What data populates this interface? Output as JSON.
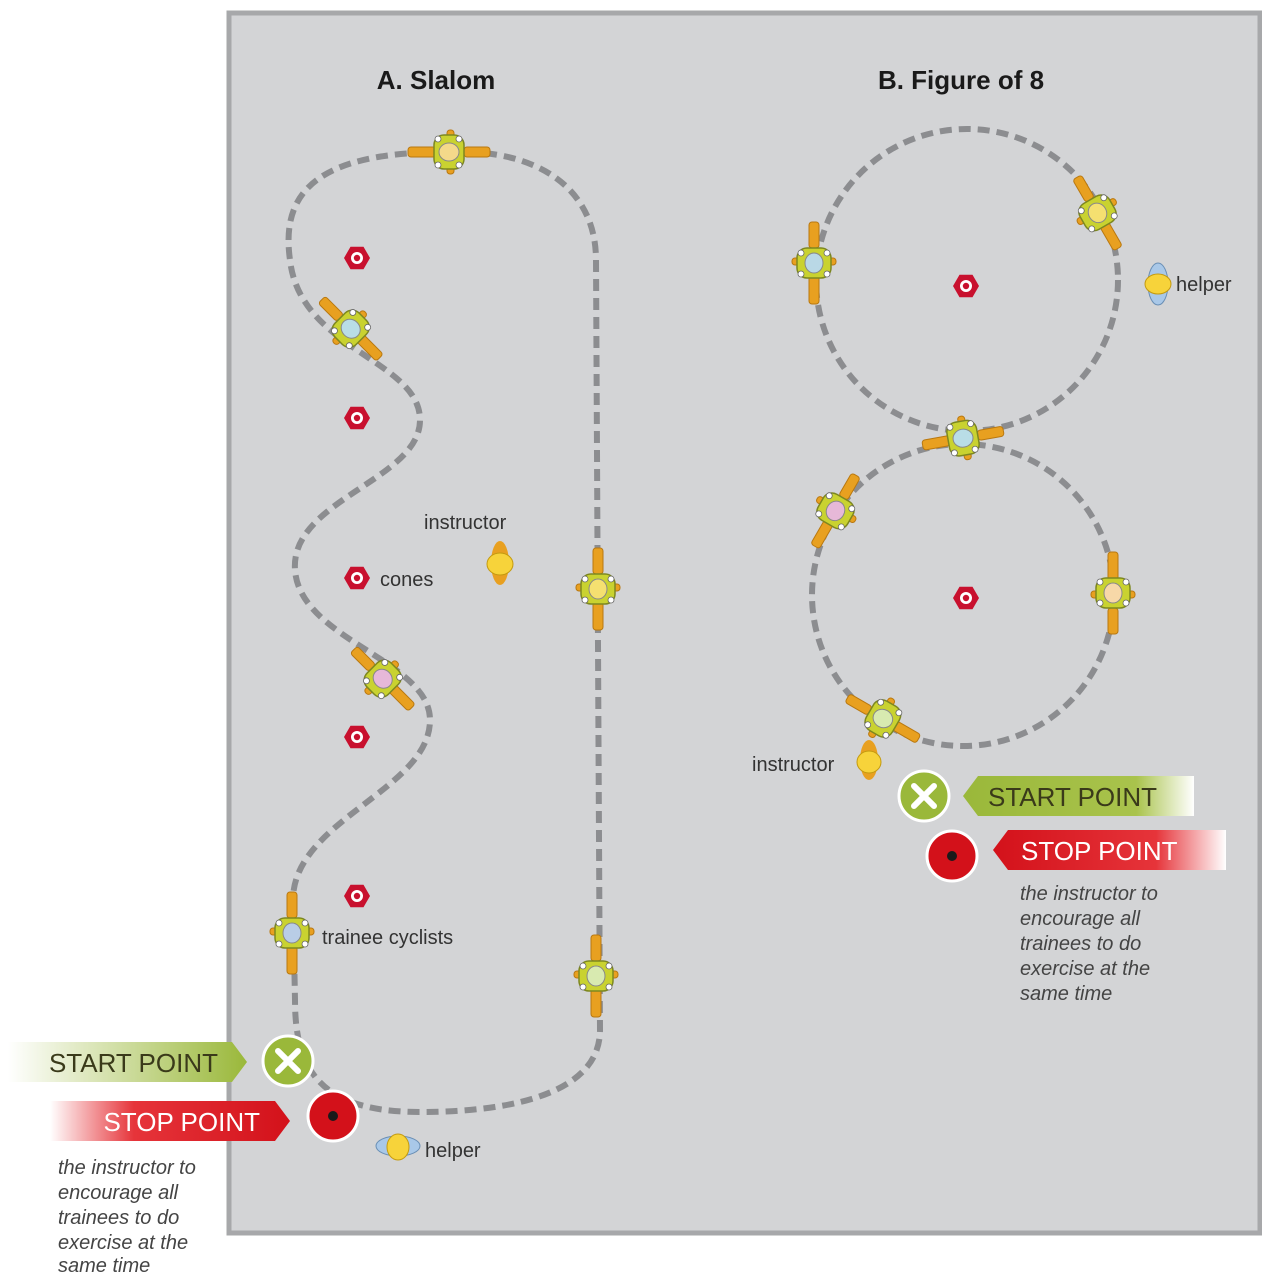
{
  "panel_a": {
    "title": "A. Slalom",
    "label_instructor": "instructor",
    "label_cones": "cones",
    "label_trainees": "trainee cyclists",
    "label_helper": "helper",
    "start_point": "START POINT",
    "stop_point": "STOP POINT",
    "note_lines": [
      "the instructor to",
      "encourage all",
      "trainees to do",
      "exercise at the",
      "same time"
    ]
  },
  "panel_b": {
    "title": "B. Figure of 8",
    "label_helper": "helper",
    "label_instructor": "instructor",
    "start_point": "START POINT",
    "stop_point": "STOP POINT",
    "note_lines": [
      "the instructor to",
      "encourage all",
      "trainees to do",
      "exercise at the",
      "same time"
    ]
  },
  "colors": {
    "field": "#d3d4d6",
    "field_border": "#a7a8aa",
    "path": "#8c8d90",
    "cone": "#c8102e",
    "start": "#9ab83a",
    "stop": "#d3111a",
    "cyclist_body": "#c9d230",
    "bike": "#e8a020"
  },
  "icons": {
    "cone": "hexagon-cone-icon",
    "cyclist": "cyclist-top-view-icon",
    "person": "person-top-view-icon",
    "start": "x-circle-icon",
    "stop": "dot-circle-icon"
  }
}
